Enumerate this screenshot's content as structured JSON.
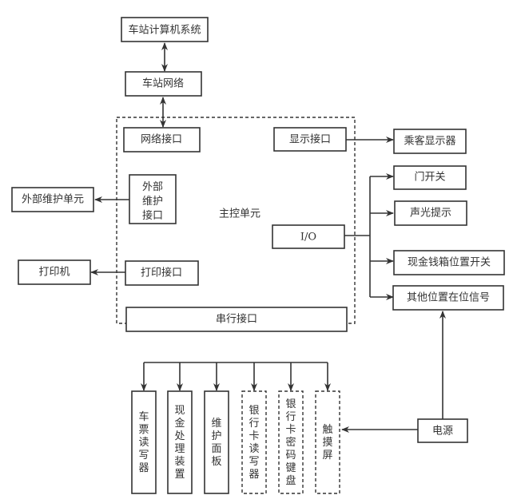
{
  "diagram": {
    "main_unit_label": "主控单元",
    "top": {
      "station_computer": "车站计算机系统",
      "station_network": "车站网络"
    },
    "interfaces": {
      "network": "网络接口",
      "display": "显示接口",
      "external_maint": [
        "外部",
        "维护",
        "接口"
      ],
      "io": "I/O",
      "print": "打印接口",
      "serial": "串行接口"
    },
    "external": {
      "external_maint_unit": "外部维护单元",
      "printer": "打印机",
      "passenger_display": "乘客显示器",
      "door_switch": "门开关",
      "sound_light": "声光提示",
      "cashbox_switch": "现金钱箱位置开关",
      "other_position": "其他位置在位信号",
      "power": "电源"
    },
    "serial_devices": [
      {
        "label": [
          "车",
          "票",
          "读",
          "写",
          "器"
        ],
        "dashed": false
      },
      {
        "label": [
          "现",
          "金",
          "处",
          "理",
          "装",
          "置"
        ],
        "dashed": false
      },
      {
        "label": [
          "维",
          "护",
          "面",
          "板"
        ],
        "dashed": false
      },
      {
        "label": [
          "银",
          "行",
          "卡",
          "读",
          "写",
          "器"
        ],
        "dashed": true
      },
      {
        "label": [
          "银",
          "行",
          "卡",
          "密",
          "码",
          "键",
          "盘"
        ],
        "dashed": true
      },
      {
        "label": [
          "触",
          "摸",
          "屏"
        ],
        "dashed": true
      }
    ]
  }
}
